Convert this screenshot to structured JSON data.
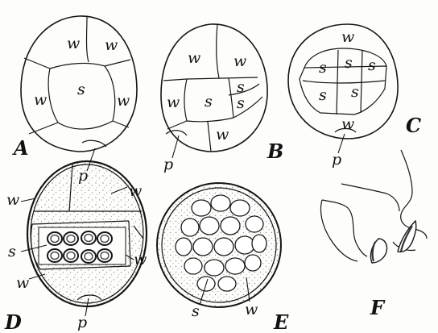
{
  "labels": {
    "w": "w",
    "s": "s",
    "p": "p"
  },
  "captions": {
    "A": "A",
    "B": "B",
    "C": "C",
    "D": "D",
    "E": "E",
    "F": "F"
  },
  "colors": {
    "ink": "#151515",
    "paper": "#fdfdfb",
    "stipple": "#9a9a94"
  }
}
